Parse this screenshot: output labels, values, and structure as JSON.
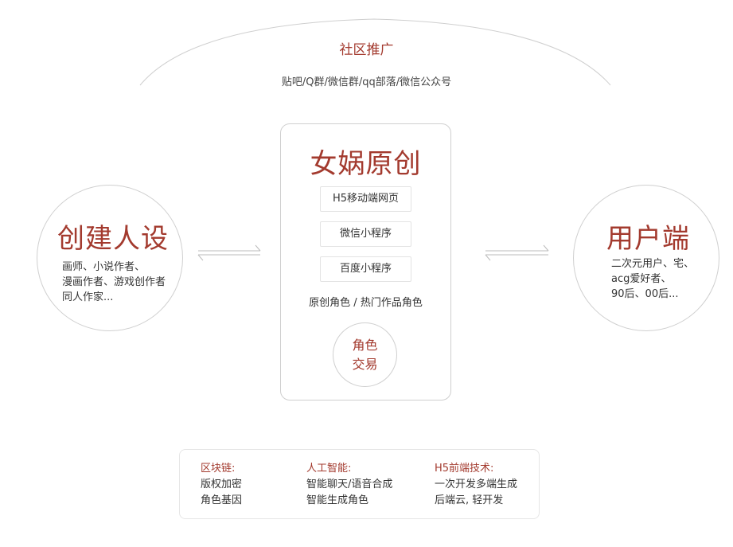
{
  "community": {
    "title": "社区推广",
    "subtitle": "贴吧/Q群/微信群/qq部落/微信公众号"
  },
  "left": {
    "title": "创建人设",
    "lines": [
      "画师、小说作者、",
      "漫画作者、游戏创作者",
      "同人作家..."
    ]
  },
  "center": {
    "title": "女娲原创",
    "items": [
      "H5移动端网页",
      "微信小程序",
      "百度小程序"
    ],
    "roles": "原创角色 / 热门作品角色",
    "trade": [
      "角色",
      "交易"
    ]
  },
  "right": {
    "title": "用户端",
    "lines": [
      "二次元用户、宅、",
      "acg爱好者、",
      "90后、00后..."
    ]
  },
  "tech": [
    {
      "heading": "区块链:",
      "lines": [
        "版权加密",
        "角色基因"
      ]
    },
    {
      "heading": "人工智能:",
      "lines": [
        "智能聊天/语音合成",
        "智能生成角色"
      ]
    },
    {
      "heading": "H5前端技术:",
      "lines": [
        "一次开发多端生成",
        "后端云, 轻开发"
      ]
    }
  ],
  "colors": {
    "accent": "#a33a2e",
    "border": "#cfcfcf"
  }
}
